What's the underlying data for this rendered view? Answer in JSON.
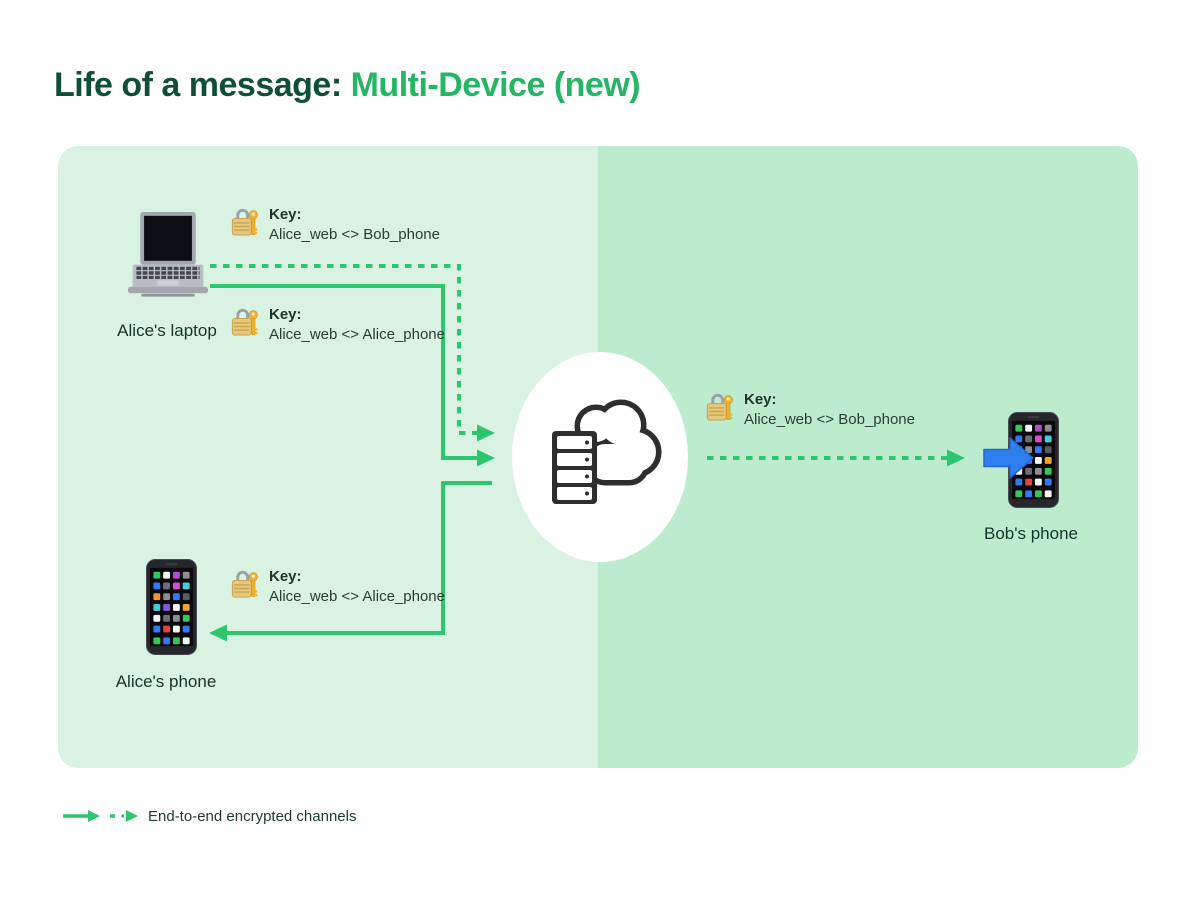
{
  "title": {
    "prefix": "Life of a message: ",
    "highlight": "Multi-Device (new)"
  },
  "nodes": {
    "alice_laptop": {
      "label": "Alice's laptop"
    },
    "alice_phone": {
      "label": "Alice's phone"
    },
    "bob_phone": {
      "label": "Bob's phone"
    }
  },
  "keys": {
    "laptop_bob": {
      "label": "Key:",
      "value": "Alice_web <> Bob_phone"
    },
    "laptop_alice": {
      "label": "Key:",
      "value": "Alice_web <> Alice_phone"
    },
    "server_bob": {
      "label": "Key:",
      "value": "Alice_web <> Bob_phone"
    },
    "phone_alice": {
      "label": "Key:",
      "value": "Alice_web <> Alice_phone"
    }
  },
  "legend": {
    "label": "End-to-end encrypted channels"
  },
  "icons": {
    "alice_laptop": "laptop-icon",
    "alice_phone": "smartphone-icon",
    "bob_phone": "smartphone-icon",
    "key": "closed-lock-with-key-icon",
    "server": "server-cloud-icon",
    "delivery": "blue-right-arrow-icon",
    "legend_solid": "solid-green-arrow-icon",
    "legend_dashed": "dashed-green-arrow-icon"
  },
  "colors": {
    "panel_left": "#d9f2e2",
    "panel_right": "#bceccd",
    "accent_green": "#2dc56d",
    "title_dark": "#0f4f38",
    "title_green": "#25b565",
    "text_dark": "#2b3d34",
    "blue_arrow": "#2e7ef0"
  }
}
